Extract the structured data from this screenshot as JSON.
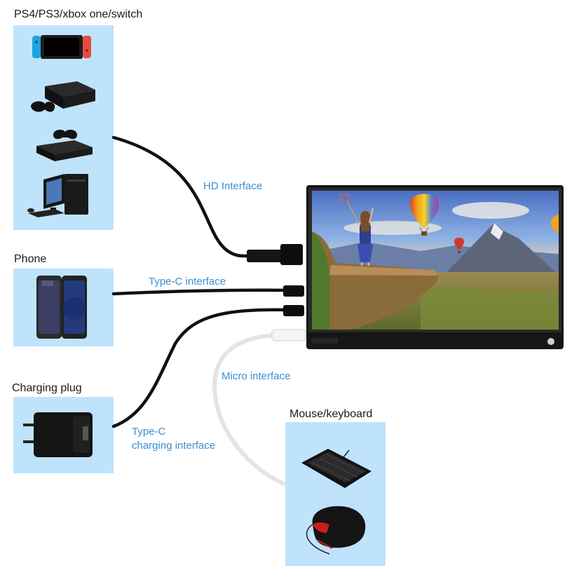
{
  "groups": {
    "consoles": {
      "title": "PS4/PS3/xbox one/switch",
      "icons": [
        "switch-console-icon",
        "ps3-console-icon",
        "xbox-one-console-icon",
        "desktop-computer-icon"
      ]
    },
    "phone": {
      "title": "Phone",
      "icons": [
        "smartphone-icon"
      ]
    },
    "charging": {
      "title": "Charging plug",
      "icons": [
        "charging-adapter-icon"
      ]
    },
    "input": {
      "title": "Mouse/keyboard",
      "icons": [
        "keyboard-icon",
        "mouse-icon"
      ]
    }
  },
  "cables": {
    "hd": "HD Interface",
    "typec": "Type-C interface",
    "typec_charge_line1": "Type-C",
    "typec_charge_line2": "charging interface",
    "micro": "Micro interface"
  },
  "colors": {
    "panel": "#bfe3fb",
    "label_blue": "#3a8fd2",
    "cable_black": "#111111",
    "cable_white": "#e6e6e6"
  }
}
